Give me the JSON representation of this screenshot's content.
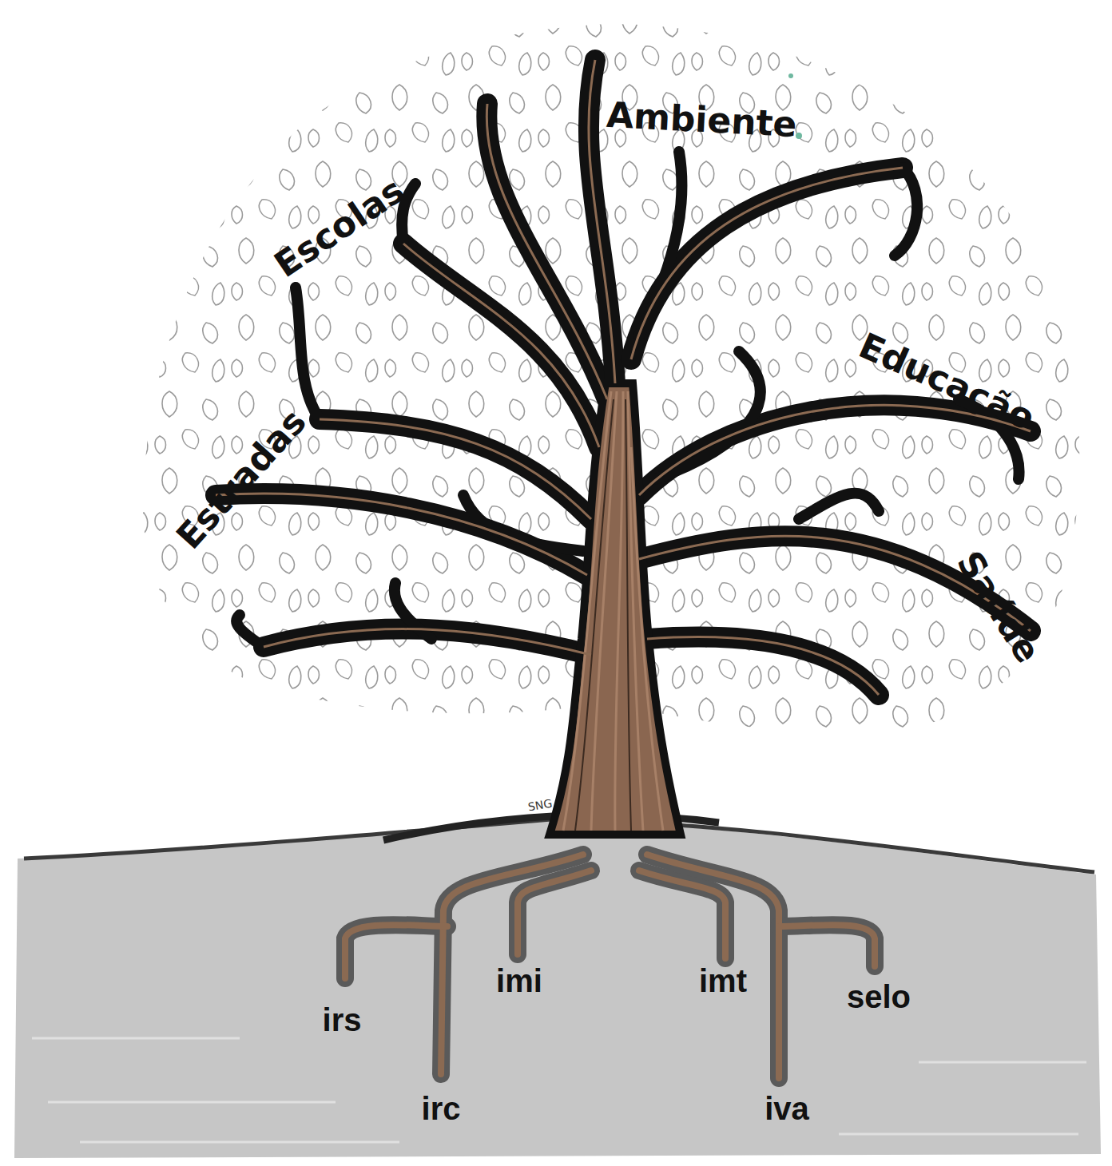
{
  "diagram": {
    "labels": [
      "Ambiente",
      "Escolas",
      "Educação",
      "Estradas",
      "Saúde",
      "SNG",
      "imi",
      "imt",
      "selo",
      "irs",
      "irc",
      "iva"
    ]
  }
}
